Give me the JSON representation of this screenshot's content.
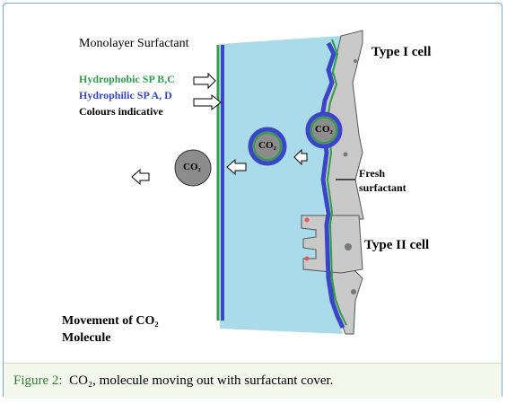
{
  "labels": {
    "monolayer": "Monolayer Surfactant",
    "hydrophobic": "Hydrophobic SP B,C",
    "hydrophilic": "Hydrophilic SP A, D",
    "colours": "Colours indicative",
    "type1": "Type I cell",
    "fresh1": "Fresh",
    "fresh2": "surfactant",
    "type2": "Type II cell",
    "movement": "Movement of CO₂",
    "molecule": "Molecule",
    "co2": "CO₂"
  },
  "caption": {
    "prefix": "Figure 2:",
    "text": "CO₂, molecule moving out with surfactant cover."
  },
  "colors": {
    "fluid": "#a9dbea",
    "hydrophobic": "#2e9e4a",
    "hydrophilic": "#3a46c8",
    "cell": "#c9c9c9",
    "molecule": "#8c8c8c"
  }
}
